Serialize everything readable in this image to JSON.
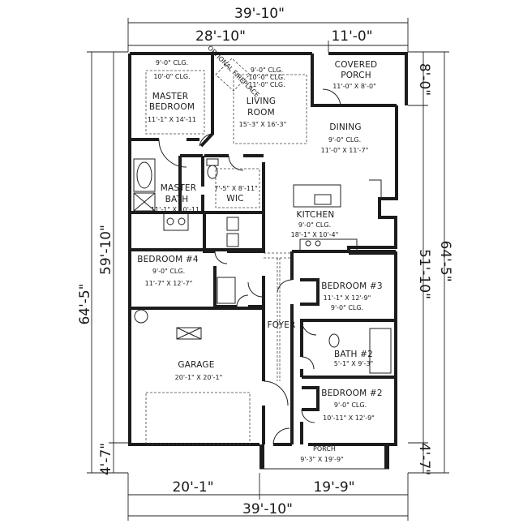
{
  "dimensions": {
    "top_total": "39'-10\"",
    "top_left": "28'-10\"",
    "top_right": "11'-0\"",
    "bottom_left": "20'-1\"",
    "bottom_right": "19'-9\"",
    "bottom_total": "39'-10\"",
    "left_total": "64'-5\"",
    "left_main": "59'-10\"",
    "left_porch": "4'-7\"",
    "right_total": "64'-5\"",
    "right_main": "51'-10\"",
    "right_covered_porch": "8'-0\"",
    "right_porch": "4'-7\""
  },
  "rooms": {
    "master_bedroom": {
      "ceiling_line1": "9'-0\" CLG.",
      "ceiling_line2": "10'-0\" CLG.",
      "name_line1": "MASTER",
      "name_line2": "BEDROOM",
      "size": "11'-1\" X 14'-11"
    },
    "living_room": {
      "ceiling_line1": "9'-0\" CLG.",
      "ceiling_line2": "10'-0\" CLG.",
      "ceiling_line3": "11'-0\" CLG.",
      "name_line1": "LIVING",
      "name_line2": "ROOM",
      "size": "15'-3\" X 16'-3\""
    },
    "covered_porch": {
      "name_line1": "COVERED",
      "name_line2": "PORCH",
      "size": "11'-0\" X 8'-0\""
    },
    "dining": {
      "name": "DINING",
      "ceiling": "9'-0\" CLG.",
      "size": "11'-0\" X 11'-7\""
    },
    "master_bath": {
      "name_line1": "MASTER",
      "name_line2": "BATH",
      "size": "11'-1\" X 10'-11"
    },
    "wic": {
      "size": "7'-5\" X 8'-11\"",
      "name": "WIC"
    },
    "kitchen": {
      "name": "KITCHEN",
      "ceiling": "9'-0\" CLG.",
      "size": "18'-1\" X 10'-4\""
    },
    "bedroom4": {
      "name": "BEDROOM #4",
      "ceiling": "9'-0\" CLG.",
      "size": "11'-7\" X 12'-7\""
    },
    "bedroom3": {
      "name": "BEDROOM #3",
      "size": "11'-1\" X 12'-9\"",
      "ceiling": "9'-0\" CLG."
    },
    "foyer": {
      "name": "FOYER"
    },
    "bath2": {
      "name": "BATH #2",
      "size": "5'-1\" X 9'-3\""
    },
    "garage": {
      "name": "GARAGE",
      "size": "20'-1\" X 20'-1\""
    },
    "bedroom2": {
      "name": "BEDROOM #2",
      "ceiling": "9'-0\" CLG.",
      "size": "10'-11\" X 12'-9\""
    },
    "porch": {
      "name": "PORCH",
      "size": "9'-3\" X 19'-9\""
    }
  },
  "fixtures": {
    "fireplace_label": "OPTIONAL FIREPLACE"
  }
}
